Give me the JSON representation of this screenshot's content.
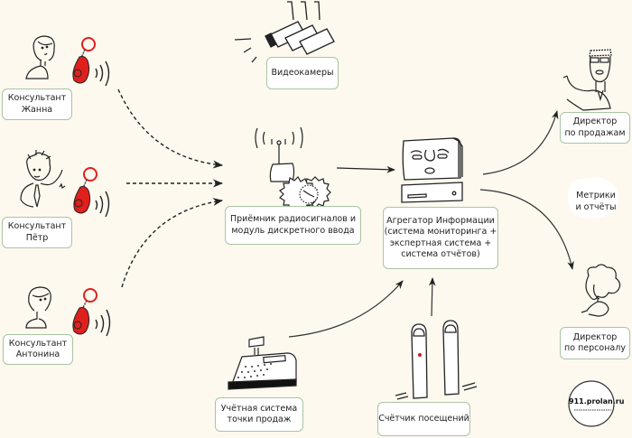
{
  "colors": {
    "background": "#fdf9ef",
    "box_border": "#a9c4a4",
    "box_fill": "#ffffff",
    "keyfob_red": "#e0201c",
    "line": "#333333"
  },
  "consultants": [
    {
      "label": "Консультант\nЖанна",
      "icon": "female-consultant-icon"
    },
    {
      "label": "Консультант\nПётр",
      "icon": "male-consultant-icon"
    },
    {
      "label": "Консультант\nАнтонина",
      "icon": "female-consultant-icon"
    }
  ],
  "cameras": {
    "label": "Видеокамеры",
    "icon": "video-cameras-icon"
  },
  "receiver": {
    "label": "Приёмник радиосигналов и\nмодуль дискретного ввода",
    "icon": "radio-receiver-icon"
  },
  "aggregator": {
    "label": "Агрегатор Информации\n(система мониторинга +\nэкспертная система +\nсистема отчётов)",
    "icon": "computer-icon"
  },
  "pos": {
    "label": "Учётная система\nточки продаж",
    "icon": "cash-register-icon"
  },
  "counter": {
    "label": "Счётчик посещений",
    "icon": "visitor-counter-icon"
  },
  "sales_director": {
    "label": "Директор\nпо продажам",
    "icon": "sales-director-icon"
  },
  "hr_director": {
    "label": "Директор\nпо персоналу",
    "icon": "hr-director-icon"
  },
  "metrics_cloud": {
    "label": "Метрики\nи отчёты"
  },
  "badge": {
    "text": "911.prolan.ru"
  }
}
